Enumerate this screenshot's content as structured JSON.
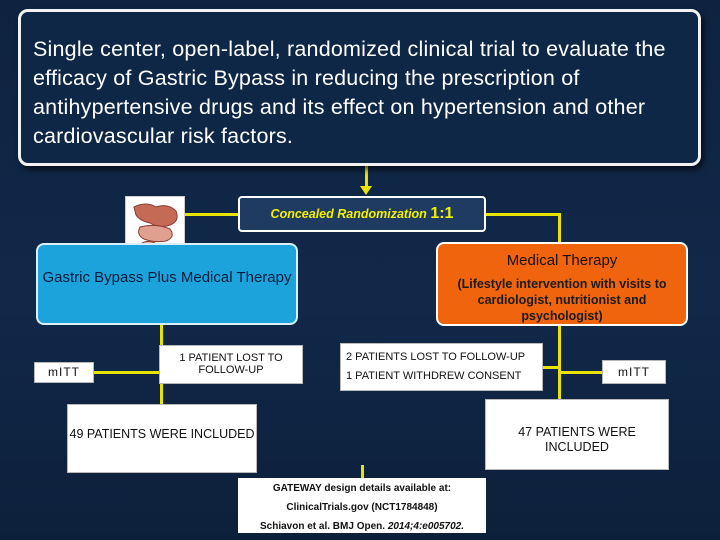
{
  "title_text": "Single center, open-label, randomized clinical trial to evaluate the efficacy of Gastric Bypass in reducing the prescription of antihypertensive drugs and its effect on hypertension and other cardiovascular risk factors.",
  "randomization": {
    "label": "Concealed Randomization",
    "ratio": "1:1"
  },
  "illustration": {
    "icon": "stomach-intestine-illustration",
    "colors": [
      "#c46a55",
      "#e0a090",
      "#8b3a2e"
    ]
  },
  "arms": {
    "gastric": {
      "label": "Gastric Bypass Plus Medical Therapy",
      "color": "#1ca3db"
    },
    "medical": {
      "title": "Medical Therapy",
      "description": "(Lifestyle intervention with visits to cardiologist, nutritionist and psychologist)",
      "color": "#f0640e"
    }
  },
  "left_followup": {
    "mitt": "mITT",
    "lost": "1 PATIENT LOST TO FOLLOW-UP",
    "included": "49 PATIENTS WERE INCLUDED"
  },
  "right_followup": {
    "lost_line1": "2 PATIENTS LOST TO FOLLOW-UP",
    "lost_line2": "1 PATIENT WITHDREW CONSENT",
    "mitt": "mITT",
    "included": "47 PATIENTS WERE INCLUDED"
  },
  "footnote": {
    "line1": "GATEWAY design details available at:",
    "line2": "ClinicalTrials.gov (NCT1784848)",
    "line3_plain": "Schiavon et al. BMJ Open.",
    "line3_italic": "2014;4:e005702."
  },
  "colors": {
    "connector": "#e8e300",
    "background": "#112849"
  }
}
